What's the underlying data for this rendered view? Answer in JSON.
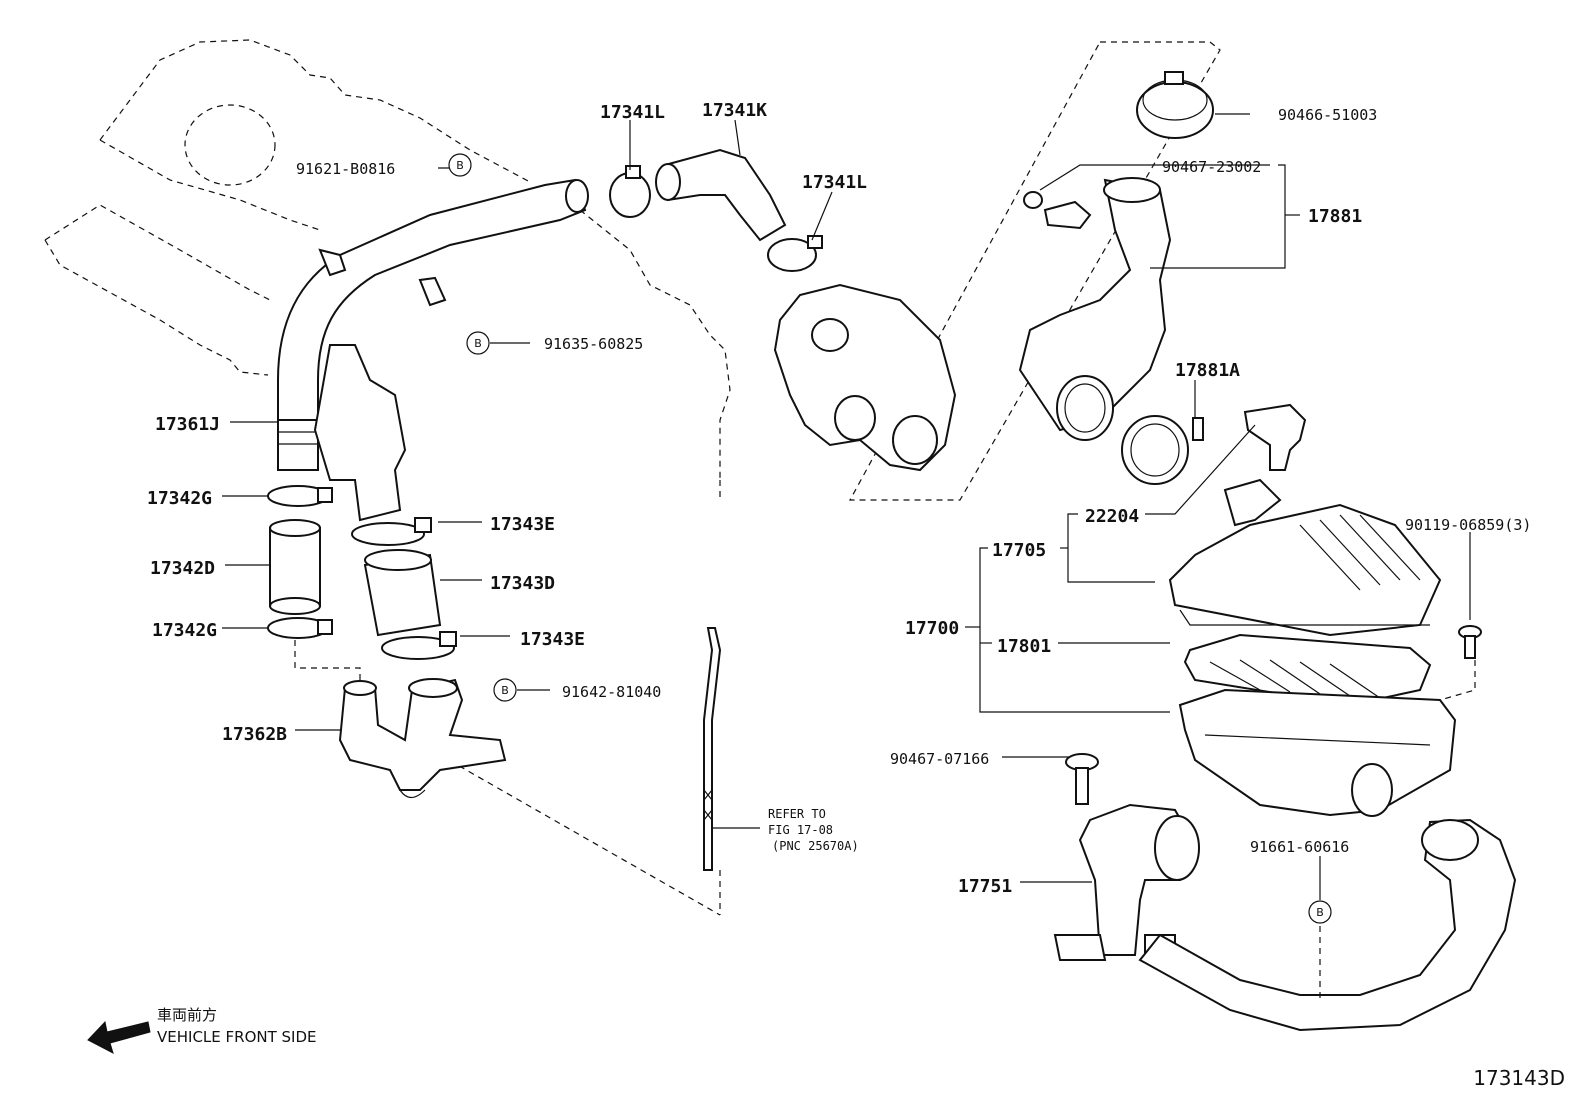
{
  "diagram": {
    "figure_number": "173143D",
    "direction": {
      "japanese": "車両前方",
      "english": "VEHICLE FRONT SIDE",
      "icon": "arrow-left-icon"
    },
    "reference_note": {
      "line1": "REFER TO",
      "line2": "FIG 17-08",
      "line3": "(PNC 25670A)"
    },
    "bolt_marker": "B",
    "labels": {
      "p91621_b0816": "91621-B0816",
      "p17341L_a": "17341L",
      "p17341K": "17341K",
      "p17341L_b": "17341L",
      "p91635_60825": "91635-60825",
      "p17361J": "17361J",
      "p17342G_a": "17342G",
      "p17343E_a": "17343E",
      "p17342D": "17342D",
      "p17343D": "17343D",
      "p17342G_b": "17342G",
      "p17343E_b": "17343E",
      "p91642_81040": "91642-81040",
      "p17362B": "17362B",
      "p90466_51003": "90466-51003",
      "p90467_23002": "90467-23002",
      "p17881": "17881",
      "p17881A": "17881A",
      "p22204": "22204",
      "p17705": "17705",
      "p90119_06859": "90119-06859(3)",
      "p17700": "17700",
      "p17801": "17801",
      "p90467_07166": "90467-07166",
      "p91661_60616": "91661-60616",
      "p17751": "17751"
    }
  }
}
